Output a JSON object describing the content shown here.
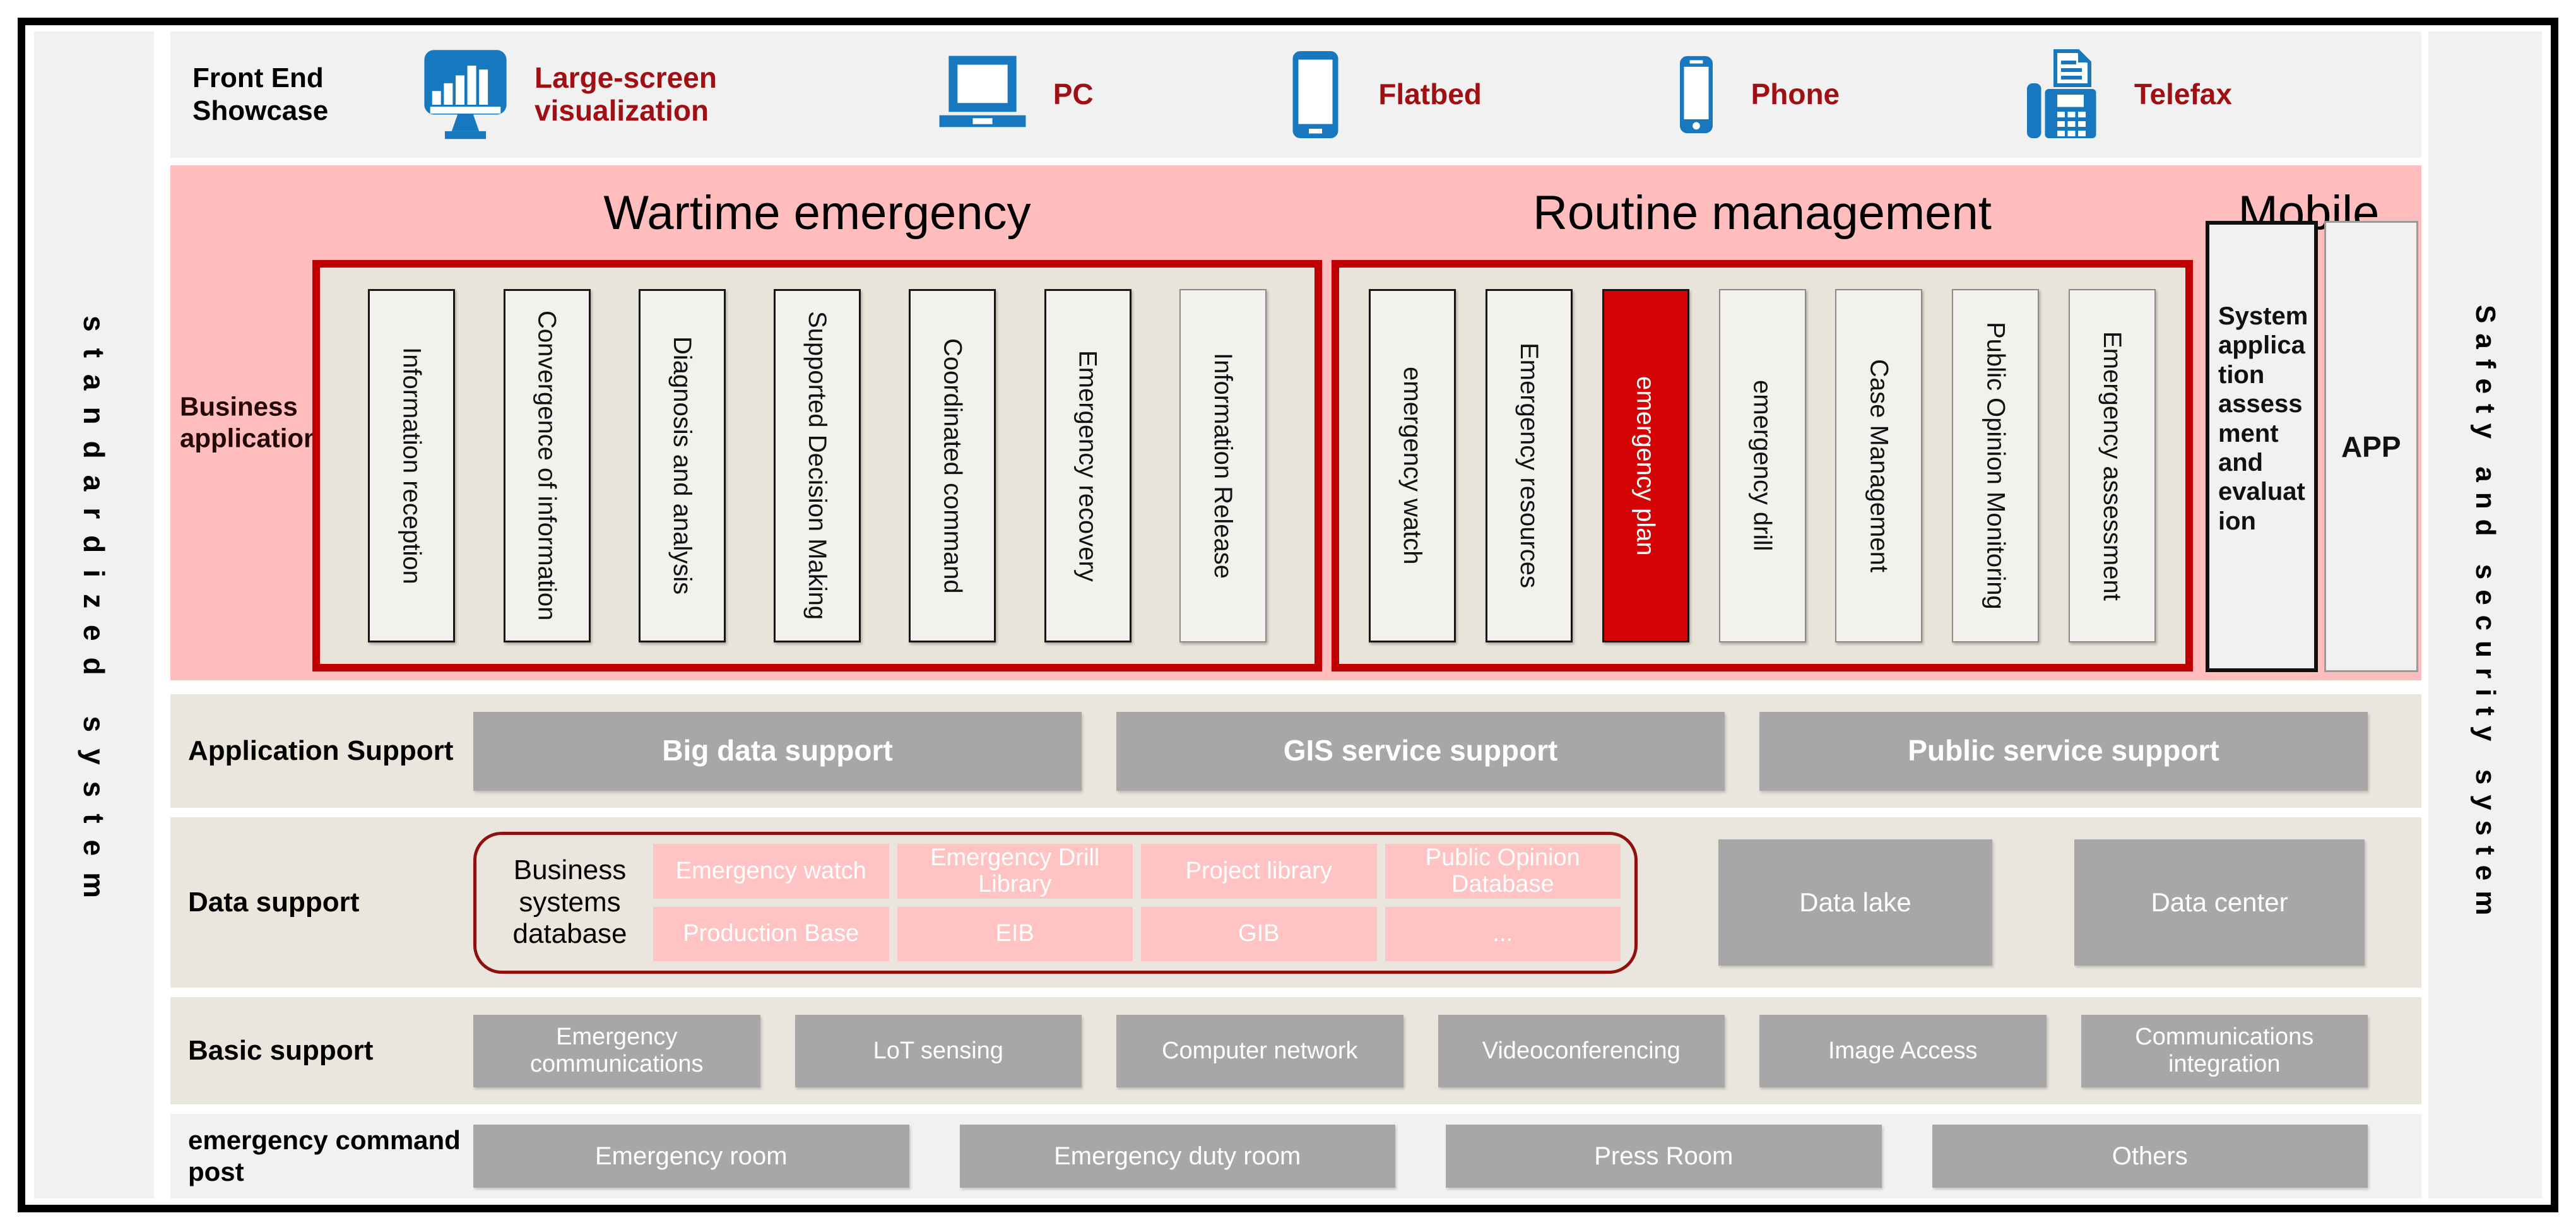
{
  "colors": {
    "accent_red": "#c00000",
    "highlight_red": "#d40404",
    "band_pink": "#ffbdbe",
    "cell_pink": "#ffc3c4",
    "icon_blue": "#1878bf",
    "bar_gray": "#a7a7a7",
    "row_beige": "#ebe6dd",
    "row_light_gray": "#f1f1f1",
    "device_label_red": "#a00f14",
    "db_border_red": "#8e1111"
  },
  "left_rail": {
    "label": "standardized system"
  },
  "right_rail": {
    "label": "Safety and security system"
  },
  "front_end": {
    "label": "Front End Showcase",
    "items": [
      {
        "label": "Large-screen visualization",
        "icon": "monitor-chart-icon"
      },
      {
        "label": "PC",
        "icon": "laptop-icon"
      },
      {
        "label": "Flatbed",
        "icon": "tablet-icon"
      },
      {
        "label": "Phone",
        "icon": "smartphone-icon"
      },
      {
        "label": "Telefax",
        "icon": "fax-icon"
      }
    ]
  },
  "business_application": {
    "label": "Business application",
    "sections": [
      {
        "title": "Wartime emergency",
        "columns": [
          "Information reception",
          "Convergence of information",
          "Diagnosis and analysis",
          "Supported Decision Making",
          "Coordinated command",
          "Emergency recovery",
          "Information Release"
        ]
      },
      {
        "title": "Routine management",
        "columns": [
          "emergency watch",
          "Emergency resources",
          "emergency plan",
          "emergency drill",
          "Case Management",
          "Public Opinion Monitoring",
          "Emergency assessment"
        ],
        "highlighted_column": "emergency plan"
      },
      {
        "title": "Mobile",
        "boxes": [
          "System application assessment and evaluation",
          "APP"
        ]
      }
    ]
  },
  "application_support": {
    "label": "Application Support",
    "items": [
      "Big data support",
      "GIS service support",
      "Public service support"
    ]
  },
  "data_support": {
    "label": "Data support",
    "business_db_label": "Business systems database",
    "db_grid": [
      [
        "Emergency watch",
        "Emergency Drill Library",
        "Project library",
        "Public Opinion Database"
      ],
      [
        "Production Base",
        "EIB",
        "GIB",
        "..."
      ]
    ],
    "items": [
      "Data lake",
      "Data center"
    ]
  },
  "basic_support": {
    "label": "Basic support",
    "items": [
      "Emergency communications",
      "LoT sensing",
      "Computer network",
      "Videoconferencing",
      "Image Access",
      "Communications integration"
    ]
  },
  "command_post": {
    "label": "emergency command post",
    "items": [
      "Emergency room",
      "Emergency duty room",
      "Press Room",
      "Others"
    ]
  }
}
